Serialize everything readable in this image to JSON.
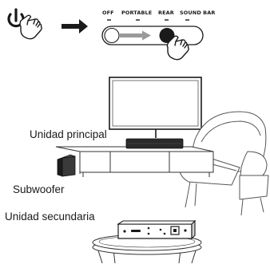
{
  "switch": {
    "modes": [
      "OFF",
      "PORTABLE",
      "REAR",
      "SOUND BAR"
    ]
  },
  "labels": {
    "main_unit": "Unidad principal",
    "subwoofer": "Subwoofer",
    "secondary_unit": "Unidad secundaria"
  },
  "colors": {
    "line": "#1a1a1a",
    "arrow_fill": "#9a9a9a",
    "surface": "#ffffff"
  }
}
